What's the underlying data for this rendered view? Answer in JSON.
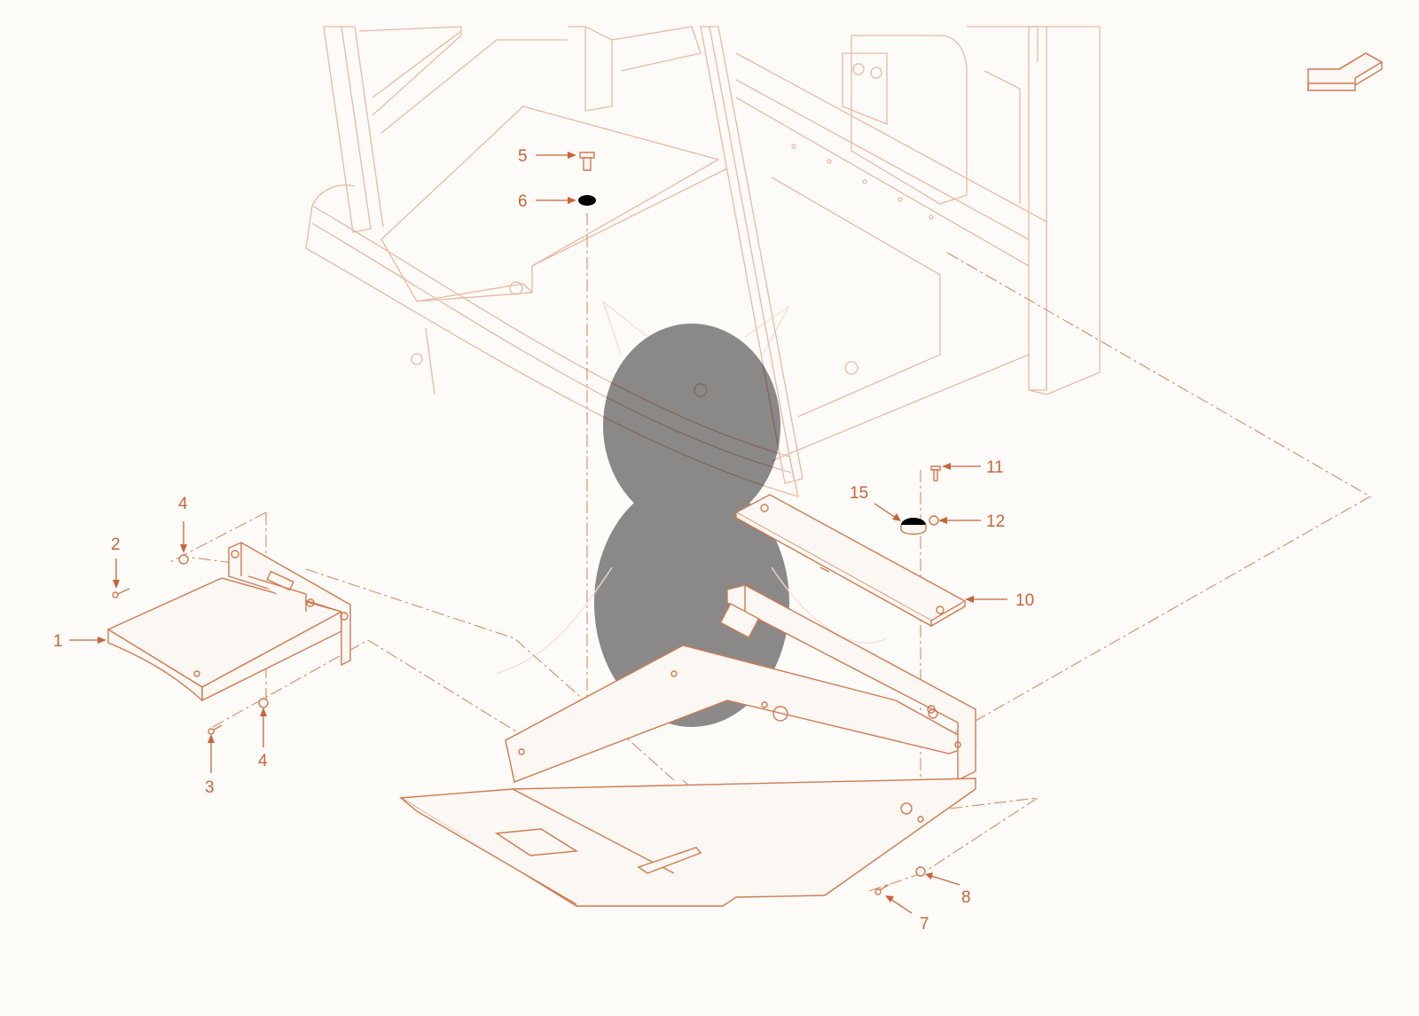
{
  "diagram": {
    "view_arrow_icon": "direction-arrow-icon",
    "colors": {
      "line": "#cf7a52",
      "faint": "#e9b9a3",
      "callout": "#c8643a",
      "background": "#fdfbf8"
    },
    "callouts": [
      {
        "id": "c1",
        "label": "1"
      },
      {
        "id": "c2",
        "label": "2"
      },
      {
        "id": "c3",
        "label": "3"
      },
      {
        "id": "c4a",
        "label": "4"
      },
      {
        "id": "c4b",
        "label": "4"
      },
      {
        "id": "c5",
        "label": "5"
      },
      {
        "id": "c6",
        "label": "6"
      },
      {
        "id": "c7",
        "label": "7"
      },
      {
        "id": "c8",
        "label": "8"
      },
      {
        "id": "c10",
        "label": "10"
      },
      {
        "id": "c11",
        "label": "11"
      },
      {
        "id": "c12",
        "label": "12"
      },
      {
        "id": "c15",
        "label": "15"
      }
    ]
  }
}
